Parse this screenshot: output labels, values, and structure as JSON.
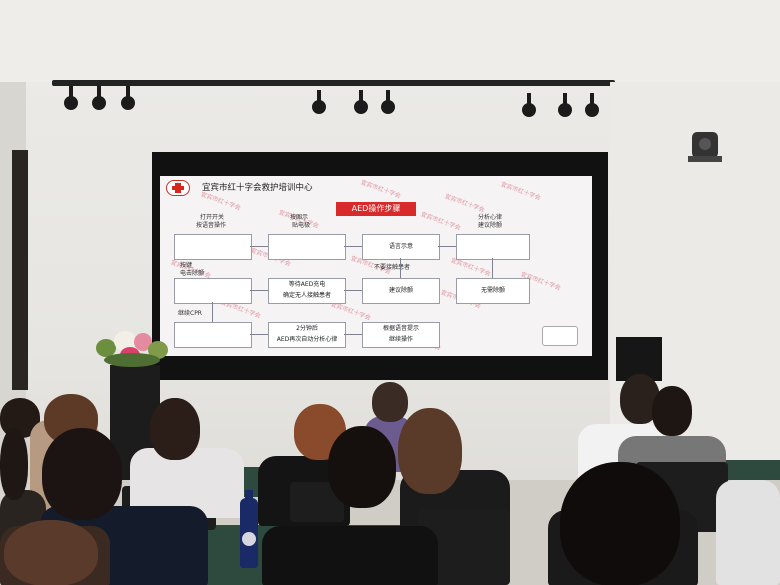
{
  "slide": {
    "org_title": "宜宾市红十字会救护培训中心",
    "title": "AED操作步骤",
    "watermark": "宜宾市红十字会",
    "steps": [
      {
        "label": "打开开关",
        "sub": "按语音操作"
      },
      {
        "label": "按图示",
        "sub": "贴电极"
      },
      {
        "label": "语言示意",
        "sub": "不要接触患者"
      },
      {
        "label": "分析心律",
        "sub": "建议除颤"
      },
      {
        "label": "按键",
        "sub": "电击除颤"
      },
      {
        "label": "等待AED充电",
        "sub": "确定无人接触患者"
      },
      {
        "label": "建议除颤",
        "sub": ""
      },
      {
        "label": "无需除颤",
        "sub": ""
      },
      {
        "label": "继续CPR",
        "sub": ""
      },
      {
        "label": "2分钟后",
        "sub": "AED再次自动分析心律"
      },
      {
        "label": "根据语音提示",
        "sub": "继续操作"
      }
    ]
  },
  "scene": {
    "wall_color": "#ecebe7",
    "screen_bezel": "#111111",
    "accent_red": "#d82a2a",
    "table_color": "#2e4a3f"
  }
}
